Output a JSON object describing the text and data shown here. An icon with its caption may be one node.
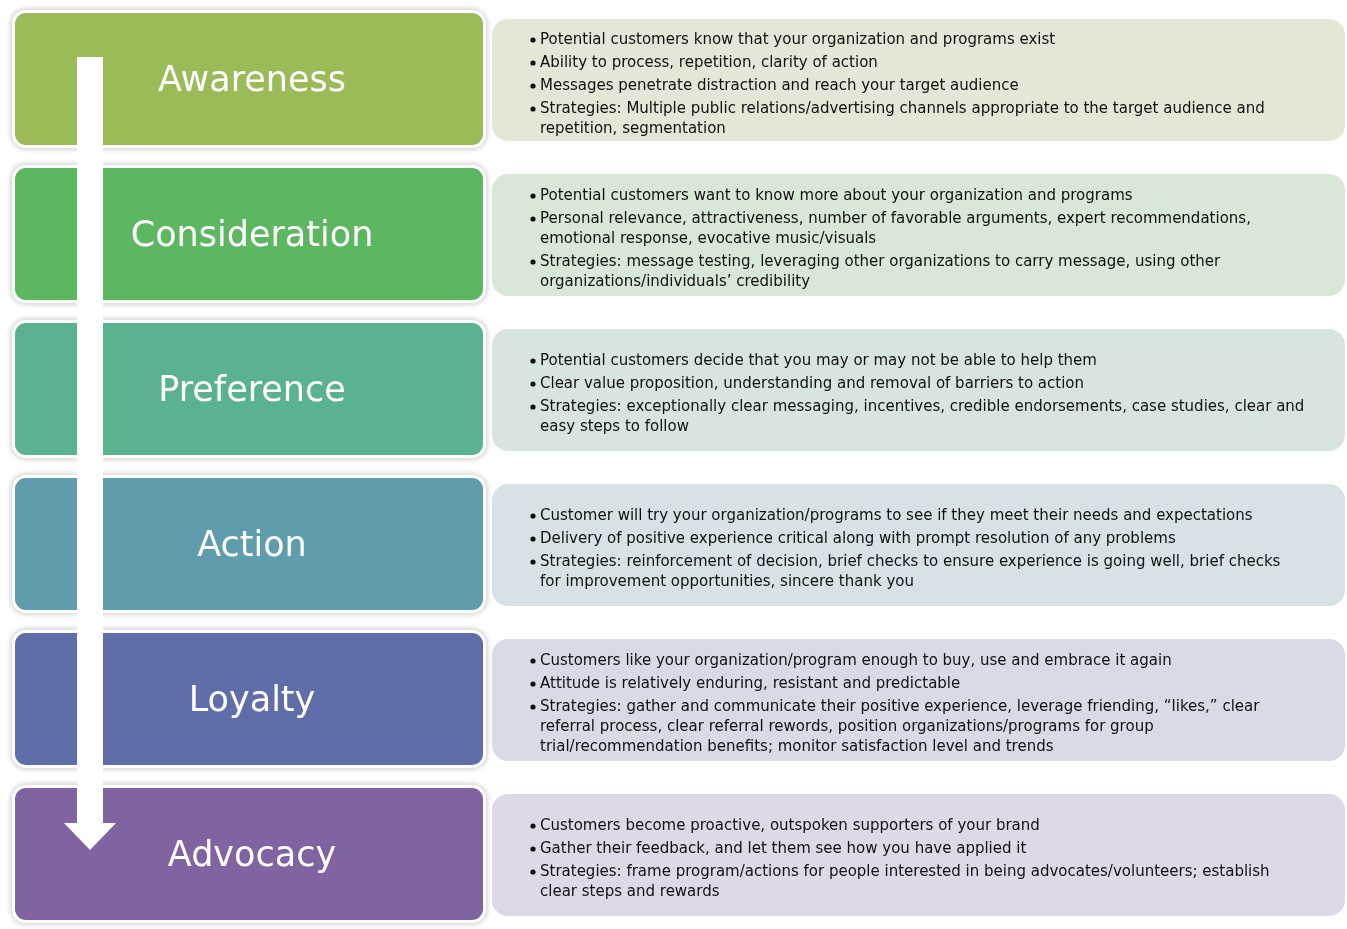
{
  "diagram": {
    "nodes": [
      {
        "text": [
          "Awareness"
        ]
      },
      {
        "text": [
          "Potential customers know that your organization and programs exist",
          "Ability to process, repetition, clarity of action",
          "Messages penetrate distraction and reach your target audience",
          "Strategies: Multiple public relations/advertising channels appropriate to the target audience and repetition, segmentation"
        ]
      },
      {
        "text": [
          "Consideration"
        ]
      },
      {
        "text": [
          "Potential customers want to know more about your organization and programs",
          "Personal relevance, attractiveness, number of favorable arguments, expert recommendations, emotional response, evocative music/visuals",
          "Strategies: message testing, leveraging other organizations to carry message, using other organizations/individuals’ credibility"
        ]
      },
      {
        "text": [
          "Preference"
        ]
      },
      {
        "text": [
          "Potential customers decide that you may or may not be able to help them",
          "Clear value proposition, understanding and removal of barriers to action",
          "Strategies: exceptionally clear messaging, incentives, credible endorsements, case studies, clear and easy steps to follow"
        ]
      },
      {
        "text": [
          "Action"
        ]
      },
      {
        "text": [
          "Customer will try your organization/programs to see if they meet their needs and expectations",
          "Delivery of positive experience critical along with prompt resolution of any problems",
          "Strategies: reinforcement of decision, brief checks to ensure experience is going well, brief checks for improvement opportunities, sincere thank you"
        ]
      },
      {
        "text": [
          "Loyalty"
        ]
      },
      {
        "text": [
          "Customers like your organization/program enough to buy, use and embrace it again",
          "Attitude is relatively enduring, resistant and predictable",
          "Strategies: gather and communicate their positive experience, leverage friending, “likes,” clear referral process, clear referral rewords, position organizations/programs for group trial/recommendation benefits; monitor satisfaction level and trends"
        ]
      },
      {
        "text": [
          "Advocacy"
        ]
      },
      {
        "text": [
          "Customers become proactive, outspoken supporters of your brand",
          "Gather their feedback, and let them see how you have applied it",
          "Strategies: frame program/actions for people interested in being advocates/volunteers; establish clear steps and rewards"
        ]
      }
    ]
  }
}
